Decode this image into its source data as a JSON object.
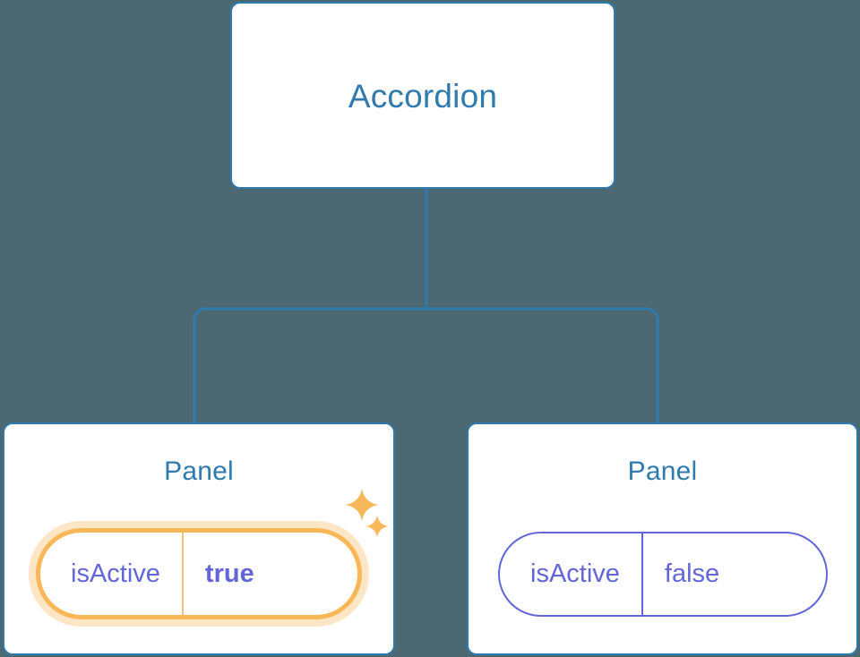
{
  "diagram": {
    "background_color": "#4c6873",
    "node_border_color": "#2f7bad",
    "node_title_color": "#2f7bad",
    "prop_color": "#6366d8",
    "highlight_color": "#f8b858",
    "highlight_glow_color": "#fbd9a0",
    "root": {
      "title": "Accordion"
    },
    "children": [
      {
        "title": "Panel",
        "prop": {
          "key": "isActive",
          "value": "true"
        },
        "highlighted": true,
        "sparkle_large": "sparkle-icon",
        "sparkle_small": "sparkle-icon"
      },
      {
        "title": "Panel",
        "prop": {
          "key": "isActive",
          "value": "false"
        },
        "highlighted": false
      }
    ]
  }
}
